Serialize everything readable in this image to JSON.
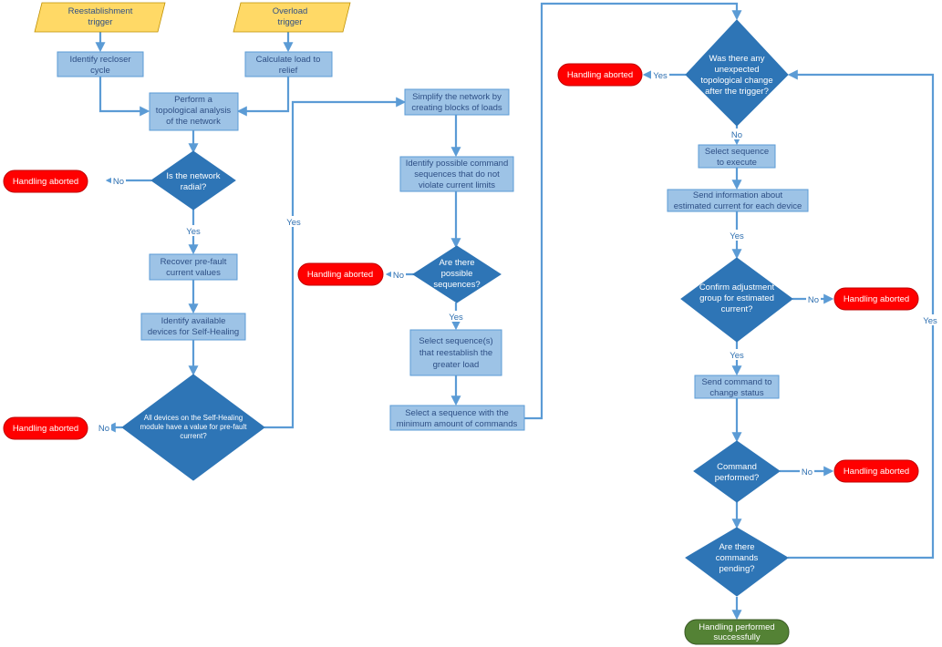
{
  "diagram": {
    "triggers": {
      "reestablishment": [
        "Reestablishment",
        "trigger"
      ],
      "overload": [
        "Overload",
        "trigger"
      ]
    },
    "processes": {
      "identify_recloser": [
        "Identify recloser",
        "cycle"
      ],
      "calculate_load": [
        "Calculate load to",
        "relief"
      ],
      "perform_topological": [
        "Perform a",
        "topological analysis",
        "of the network"
      ],
      "recover_prefault": [
        "Recover pre-fault",
        "current values"
      ],
      "identify_devices": [
        "Identify available",
        "devices for Self-Healing"
      ],
      "simplify_network": [
        "Simplify the network by",
        "creating blocks of loads"
      ],
      "identify_sequences": [
        "Identify possible command",
        "sequences that do not",
        "violate current limits"
      ],
      "select_reestablish": [
        "Select sequence(s)",
        "that reestablish the",
        "greater load"
      ],
      "select_min_commands": [
        "Select a sequence with the",
        "minimum amount of commands"
      ],
      "select_execute": [
        "Select sequence",
        "to execute"
      ],
      "send_information": [
        "Send information about",
        "estimated current for each device"
      ],
      "send_command": [
        "Send command to",
        "change status"
      ]
    },
    "decisions": {
      "network_radial": [
        "Is the network",
        "radial?"
      ],
      "all_devices": [
        "All devices on the Self-Healing",
        "module have a value for pre-fault",
        "current?"
      ],
      "possible_sequences": [
        "Are there",
        "possible",
        "sequences?"
      ],
      "topological_change": [
        "Was there any",
        "unexpected",
        "topological change",
        "after the trigger?"
      ],
      "confirm_adjustment": [
        "Confirm adjustment",
        "group for estimated",
        "current?"
      ],
      "command_performed": [
        "Command",
        "performed?"
      ],
      "commands_pending": [
        "Are there",
        "commands",
        "pending?"
      ]
    },
    "terminals": {
      "aborted": "Handling aborted",
      "success": [
        "Handling performed",
        "successfully"
      ]
    },
    "edge_labels": {
      "yes": "Yes",
      "no": "No"
    },
    "colors": {
      "trigger_fill": "#FFD966",
      "process_fill": "#9DC3E6",
      "decision_fill": "#2E75B6",
      "aborted_fill": "#FF0000",
      "success_fill": "#548235",
      "connector": "#5B9BD5"
    }
  }
}
